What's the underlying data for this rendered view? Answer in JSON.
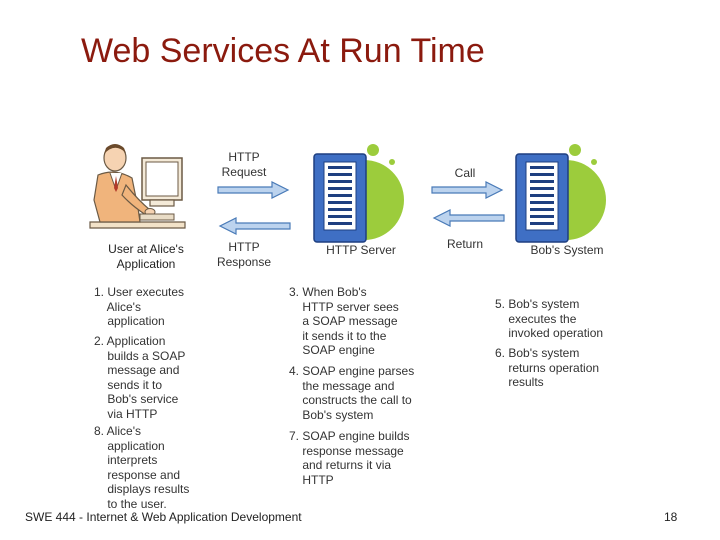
{
  "title": "Web Services At Run Time",
  "labels": {
    "http_request": "HTTP\nRequest",
    "http_response": "HTTP\nResponse",
    "call": "Call",
    "return": "Return",
    "user_caption": "User at Alice's\nApplication",
    "http_server": "HTTP Server",
    "bobs_system": "Bob's System"
  },
  "steps": {
    "step1": "1. User executes\n    Alice's\n    application",
    "step2": "2. Application\n    builds a SOAP\n    message and\n    sends it to\n    Bob's service\n    via HTTP",
    "step8": "8. Alice's\n    application\n    interprets\n    response and\n    displays results\n    to the user.",
    "step3": "3. When Bob's\n    HTTP server sees\n    a SOAP message\n    it sends it to the\n    SOAP engine",
    "step4": "4. SOAP engine parses\n    the message and\n    constructs the call to\n    Bob's system",
    "step7": "7. SOAP engine builds\n    response message\n    and returns it via\n    HTTP",
    "step5": "5. Bob's system\n    executes the\n    invoked operation",
    "step6": "6. Bob's system\n    returns operation\n    results"
  },
  "footer": "SWE 444 - Internet & Web Application Development",
  "page_number": "18",
  "colors": {
    "title": "#8b1a0e",
    "server_blue": "#3f6fc4",
    "circle_green": "#9ccc3c",
    "arrow_blue": "#4a7bb8"
  }
}
